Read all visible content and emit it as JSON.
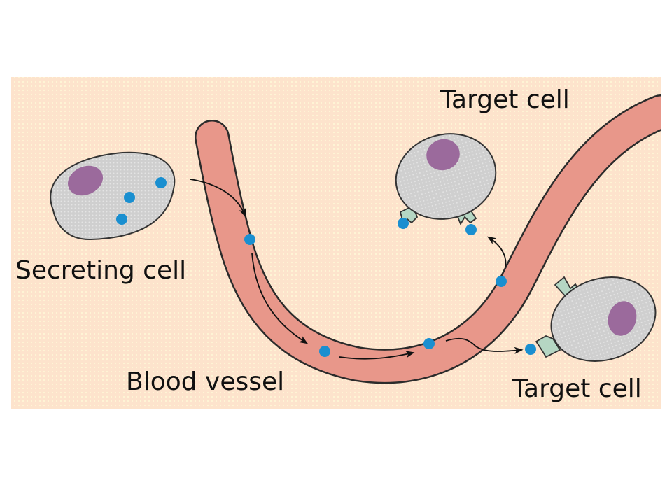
{
  "diagram": {
    "title": "Endocrine signaling",
    "labels": {
      "secreting_cell": "Secreting cell",
      "blood_vessel": "Blood vessel",
      "target_cell_top": "Target cell",
      "target_cell_bottom": "Target cell"
    },
    "colors": {
      "background_panel": "#fde3cc",
      "vessel_fill": "#e8978a",
      "vessel_outline": "#2b2b2b",
      "cell_fill": "#d2d2d2",
      "nucleus_fill": "#9b6a9c",
      "hormone_fill": "#1a8fd0",
      "receptor_fill": "#b5d6c3",
      "arrow": "#111111"
    },
    "elements": {
      "secreting_cell_hormone_count": 3,
      "vessel_hormone_count": 4,
      "target_cell_top_receptor_count": 2,
      "target_cell_bottom_receptor_count": 2
    }
  }
}
